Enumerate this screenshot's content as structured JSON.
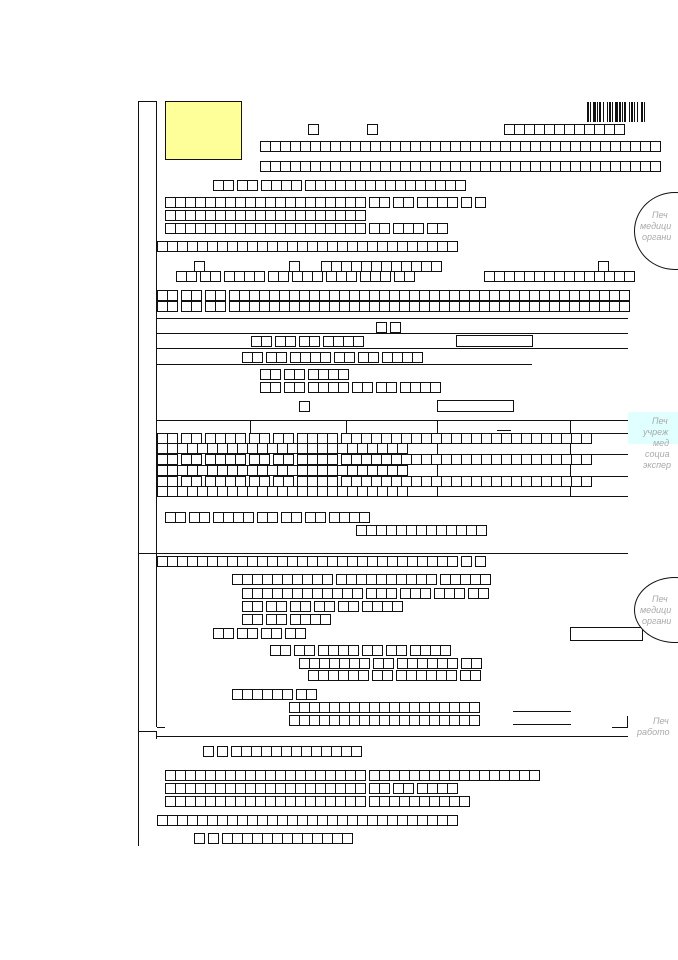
{
  "stamps": {
    "medical_org_1": [
      "Печ",
      "медици",
      "органи"
    ],
    "social_expertise": [
      "Печ",
      "учреж",
      "мед",
      "социа",
      "экспер"
    ],
    "medical_org_2": [
      "Печ",
      "медици",
      "органи"
    ],
    "employer": [
      "Печ",
      "работо"
    ]
  },
  "colors": {
    "photo_fill": "#ffff9a",
    "stamp_text": "#a9a9a9",
    "highlight": "#e0ffff"
  }
}
